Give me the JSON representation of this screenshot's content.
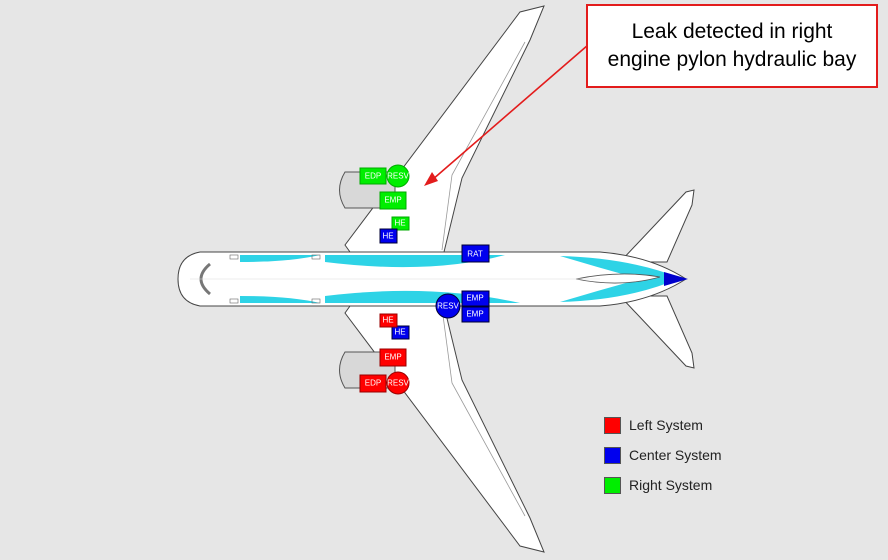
{
  "callout": {
    "line1": "Leak detected in right",
    "line2": "engine pylon hydraulic bay",
    "border_color": "#e31c1c"
  },
  "colors": {
    "left_system": "#ff0000",
    "center_system": "#0000ee",
    "right_system": "#00ee00",
    "fuselage_tint": "#2ed3e6"
  },
  "components": {
    "right_edp": "EDP",
    "right_resv": "RESV",
    "right_emp": "EMP",
    "right_he": "HE",
    "center_he_upper": "HE",
    "rat": "RAT",
    "center_resv": "RESV",
    "center_emp_1": "EMP",
    "center_emp_2": "EMP",
    "left_he": "HE",
    "center_he_lower": "HE",
    "left_emp": "EMP",
    "left_edp": "EDP",
    "left_resv": "RESV"
  },
  "legend": [
    {
      "label": "Left System",
      "color": "#ff0000"
    },
    {
      "label": "Center System",
      "color": "#0000ee"
    },
    {
      "label": "Right System",
      "color": "#00ee00"
    }
  ]
}
